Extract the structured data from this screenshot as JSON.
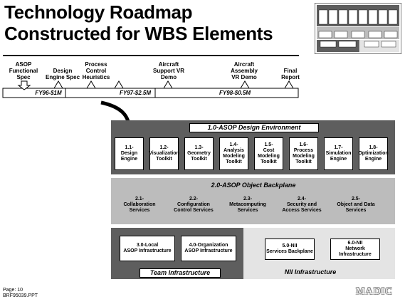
{
  "title": {
    "line1": "Technology Roadmap",
    "line2": "Constructed for WBS Elements"
  },
  "timeline": {
    "milestones": [
      "ASOP Functional Spec",
      "Design Engine Spec",
      "Process Control Heuristics",
      "Aircraft Support VR Demo",
      "Aircraft Assembly VR Demo",
      "Final Report"
    ],
    "funding": [
      "FY96-$1M",
      "FY97-$2.5M",
      "FY98-$0.5M"
    ]
  },
  "design_env": {
    "header": "1.0-ASOP Design Environment",
    "items": [
      {
        "num": "1.1-",
        "name": "Design Engine"
      },
      {
        "num": "1.2-",
        "name": "Visualization Toolkit"
      },
      {
        "num": "1.3-",
        "name": "Geometry Toolkit"
      },
      {
        "num": "1.4-",
        "name": "Analysis Modeling Toolkit"
      },
      {
        "num": "1.5-",
        "name": "Cost Modeling Toolkit"
      },
      {
        "num": "1.6-",
        "name": "Process Modeling Toolkit"
      },
      {
        "num": "1.7-",
        "name": "Simulation Engine"
      },
      {
        "num": "1.8-",
        "name": "Optimization Engine"
      }
    ]
  },
  "backplane": {
    "header": "2.0-ASOP Object Backplane",
    "items": [
      {
        "num": "2.1-",
        "name": "Collaboration Services"
      },
      {
        "num": "2.2-",
        "name": "Configuration Control Services"
      },
      {
        "num": "2.3-",
        "name": "Metacomputing Services"
      },
      {
        "num": "2.4-",
        "name": "Security and Access Services"
      },
      {
        "num": "2.5-",
        "name": "Object and Data Services"
      }
    ]
  },
  "team_infra": {
    "label": "Team Infrastructure",
    "items": [
      {
        "num": "3.0-Local",
        "name": "ASOP Infrastructure"
      },
      {
        "num": "4.0-Organization",
        "name": "ASOP Infrastructure"
      }
    ]
  },
  "nii_infra": {
    "label": "NII Infrastructure",
    "items": [
      {
        "num": "5.0-NII",
        "name": "Services Backplane"
      },
      {
        "num": "6.0-NII",
        "name": "Network Infrastructure"
      }
    ]
  },
  "footer": {
    "page": "Page: 10",
    "file": "BRF95039.PPT"
  },
  "logo": "MADIC",
  "colors": {
    "dark": "#5e5e5e",
    "mid": "#bcbcbc",
    "light": "#e4e4e4"
  }
}
